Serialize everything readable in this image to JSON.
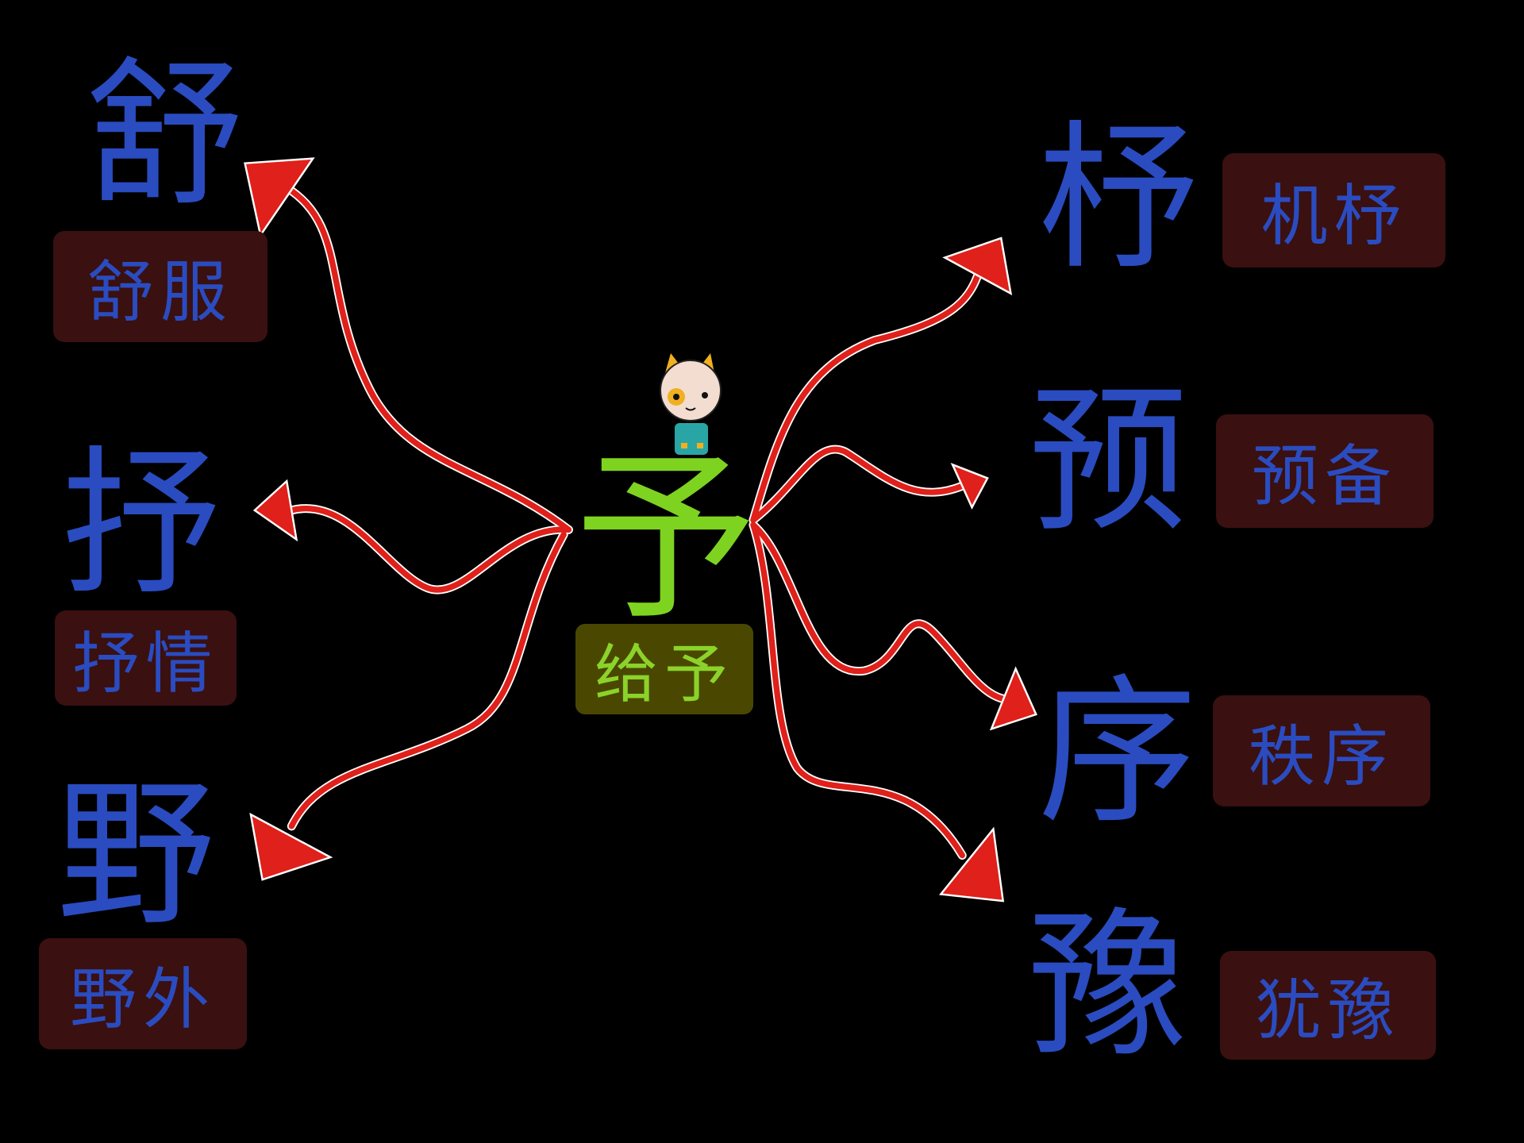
{
  "center": {
    "char": "予",
    "word": "给予"
  },
  "branches": [
    {
      "char": "舒",
      "word": "舒服"
    },
    {
      "char": "抒",
      "word": "抒情"
    },
    {
      "char": "野",
      "word": "野外"
    },
    {
      "char": "杼",
      "word": "机杼"
    },
    {
      "char": "预",
      "word": "预备"
    },
    {
      "char": "序",
      "word": "秩序"
    },
    {
      "char": "豫",
      "word": "犹豫"
    }
  ],
  "colors": {
    "char": "#2a4cc0",
    "center": "#7ed321",
    "arrow": "#e0201a",
    "word_box": "#3a1010",
    "center_box": "#4a4800"
  },
  "icons": {
    "mascot": "cat-mascot-icon"
  }
}
